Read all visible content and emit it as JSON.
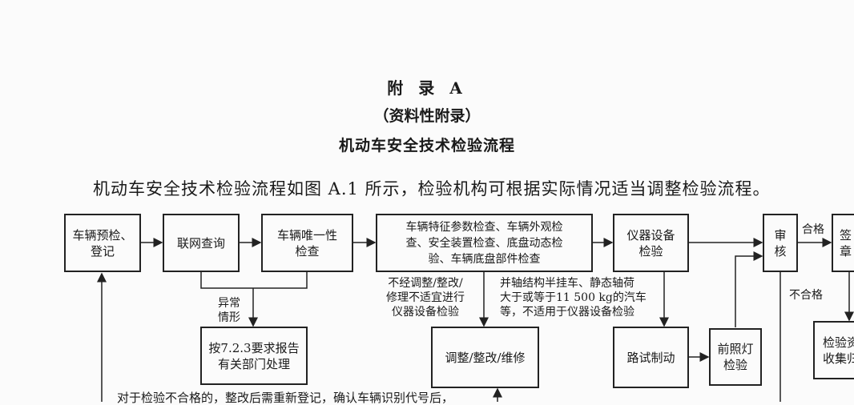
{
  "header": {
    "appendix": "附 录 A",
    "type": "（资料性附录）",
    "title": "机动车安全技术检验流程"
  },
  "intro": "机动车安全技术检验流程如图 A.1 所示，检验机构可根据实际情况适当调整检验流程。",
  "boxes": {
    "pre_check": "车辆预检、\n登记",
    "network_query": "联网查询",
    "uniqueness": "车辆唯一性\n检查",
    "inspection": "车辆特征参数检查、车辆外观检\n查、安全装置检查、底盘动态检\n验、车辆底盘部件检查",
    "instrument": "仪器设备\n检验",
    "review": "审\n核",
    "sign": "签\n章",
    "report": "按7.2.3要求报告\n有关部门处理",
    "adjust": "调整/整改/维修",
    "road_brake": "路试制动",
    "headlamp": "前照灯\n检验",
    "collect": "检验资\n收集归"
  },
  "labels": {
    "abnormal": "异常\n情形",
    "fail_adjust": "不经调整/整改/\n修理不适宜进行\n仪器设备检验",
    "semi_trailer": "并轴结构半挂车、静态轴荷\n大于或等于11 500 kg的汽车\n等，不适用于仪器设备检验",
    "pass": "合格",
    "fail": "不合格",
    "bottom_note": "对于检验不合格的，整改后需重新登记，确认车辆识别代号后，"
  }
}
